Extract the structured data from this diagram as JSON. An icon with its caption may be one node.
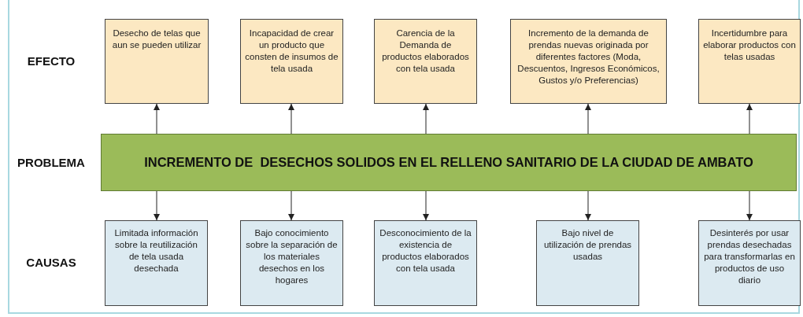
{
  "diagram": {
    "nodes": [
      {
        "text": [
          "Desecho de telas que aun se pueden utilizar"
        ]
      },
      {
        "text": [
          "Incapacidad de crear un producto que consten de insumos de tela usada"
        ]
      },
      {
        "text": [
          "Carencia de la Demanda de productos elaborados con tela usada"
        ]
      },
      {
        "text": [
          "Incremento de la demanda de prendas nuevas originada por diferentes factores (Moda, Descuentos, Ingresos Económicos, Gustos y/o Preferencias)"
        ]
      },
      {
        "text": [
          "Incertidumbre para elaborar productos con telas usadas"
        ]
      },
      {
        "text": [
          "INCREMENTO DE  DESECHOS SOLIDOS EN EL RELLENO SANITARIO DE LA CIUDAD DE AMBATO"
        ]
      },
      {
        "text": [
          "Limitada información sobre la reutilización de tela usada desechada"
        ]
      },
      {
        "text": [
          "Bajo conocimiento sobre la separación de los materiales desechos en los hogares"
        ]
      },
      {
        "text": [
          "Desconocimiento de la existencia de productos elaborados con tela usada"
        ]
      },
      {
        "text": [
          "Bajo nivel de utilización de prendas usadas"
        ]
      },
      {
        "text": [
          "Desinterés por usar prendas desechadas para transformarlas en productos de uso diario"
        ]
      }
    ],
    "edges": [
      {
        "from": 5,
        "to": 0,
        "arrow": "to"
      },
      {
        "from": 5,
        "to": 1,
        "arrow": "to"
      },
      {
        "from": 5,
        "to": 2,
        "arrow": "to"
      },
      {
        "from": 5,
        "to": 3,
        "arrow": "to"
      },
      {
        "from": 5,
        "to": 4,
        "arrow": "to"
      },
      {
        "from": 5,
        "to": 6,
        "arrow": "to"
      },
      {
        "from": 5,
        "to": 7,
        "arrow": "to"
      },
      {
        "from": 5,
        "to": 8,
        "arrow": "to"
      },
      {
        "from": 5,
        "to": 9,
        "arrow": "to"
      },
      {
        "from": 5,
        "to": 10,
        "arrow": "to"
      }
    ],
    "labels": [
      "EFECTO",
      "PROBLEMA",
      "CAUSAS"
    ]
  }
}
